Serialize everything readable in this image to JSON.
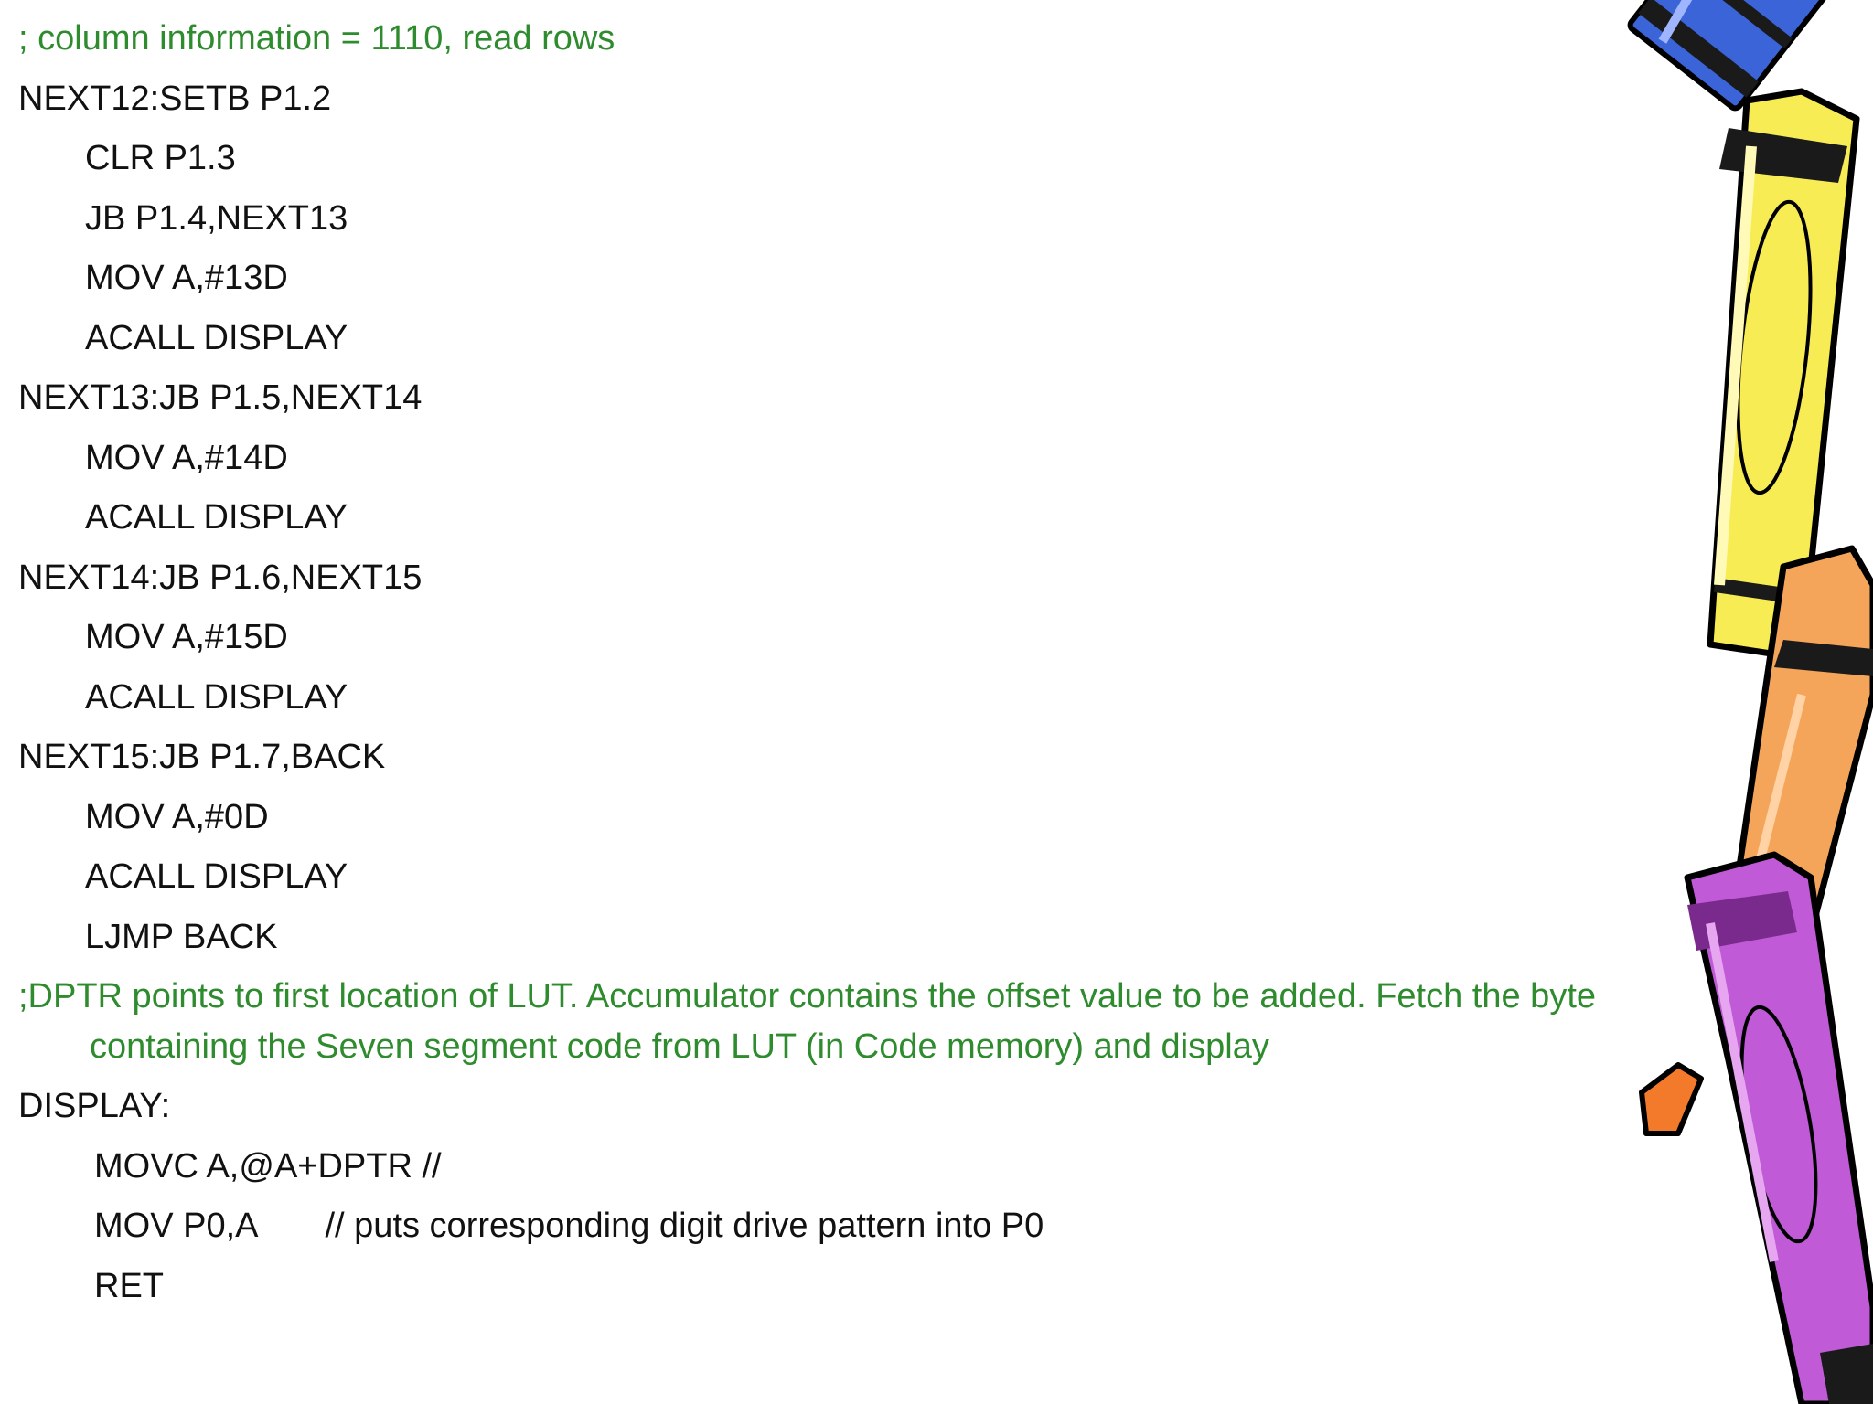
{
  "slide": {
    "lines": [
      {
        "kind": "comment",
        "text": "; column information = 1110, read rows"
      },
      {
        "kind": "label",
        "text": "NEXT12:SETB P1.2"
      },
      {
        "kind": "ind1",
        "text": "CLR P1.3"
      },
      {
        "kind": "ind1",
        "text": "JB P1.4,NEXT13"
      },
      {
        "kind": "ind1",
        "text": "MOV A,#13D"
      },
      {
        "kind": "ind1",
        "text": "ACALL DISPLAY"
      },
      {
        "kind": "label",
        "text": "NEXT13:JB P1.5,NEXT14"
      },
      {
        "kind": "ind1",
        "text": "MOV A,#14D"
      },
      {
        "kind": "ind1",
        "text": "ACALL DISPLAY"
      },
      {
        "kind": "label",
        "text": "NEXT14:JB P1.6,NEXT15"
      },
      {
        "kind": "ind1",
        "text": "MOV A,#15D"
      },
      {
        "kind": "ind1",
        "text": "ACALL DISPLAY"
      },
      {
        "kind": "label",
        "text": "NEXT15:JB P1.7,BACK"
      },
      {
        "kind": "ind1",
        "text": "MOV A,#0D"
      },
      {
        "kind": "ind1",
        "text": "ACALL DISPLAY"
      },
      {
        "kind": "ind1",
        "text": "LJMP BACK"
      }
    ],
    "dptr_comment": ";DPTR points to first location of LUT. Accumulator contains the offset value to be added. Fetch the byte containing the Seven segment code from LUT (in Code memory) and display",
    "display_label": "DISPLAY:",
    "movc_line": "MOVC A,@A+DPTR //",
    "mov_p0_code": "MOV P0,A",
    "mov_p0_comment": "// puts corresponding digit drive pattern into P0",
    "ret_line": "RET"
  },
  "decoration": {
    "icon": "crayons-illustration-icon",
    "colors": {
      "code_text": "#111111",
      "comment_text": "#2e8b2e",
      "crayon_blue": "#2b4fc4",
      "crayon_yellow": "#f7e84a",
      "crayon_orange": "#f39a4a",
      "crayon_purple": "#b04fc8"
    }
  }
}
